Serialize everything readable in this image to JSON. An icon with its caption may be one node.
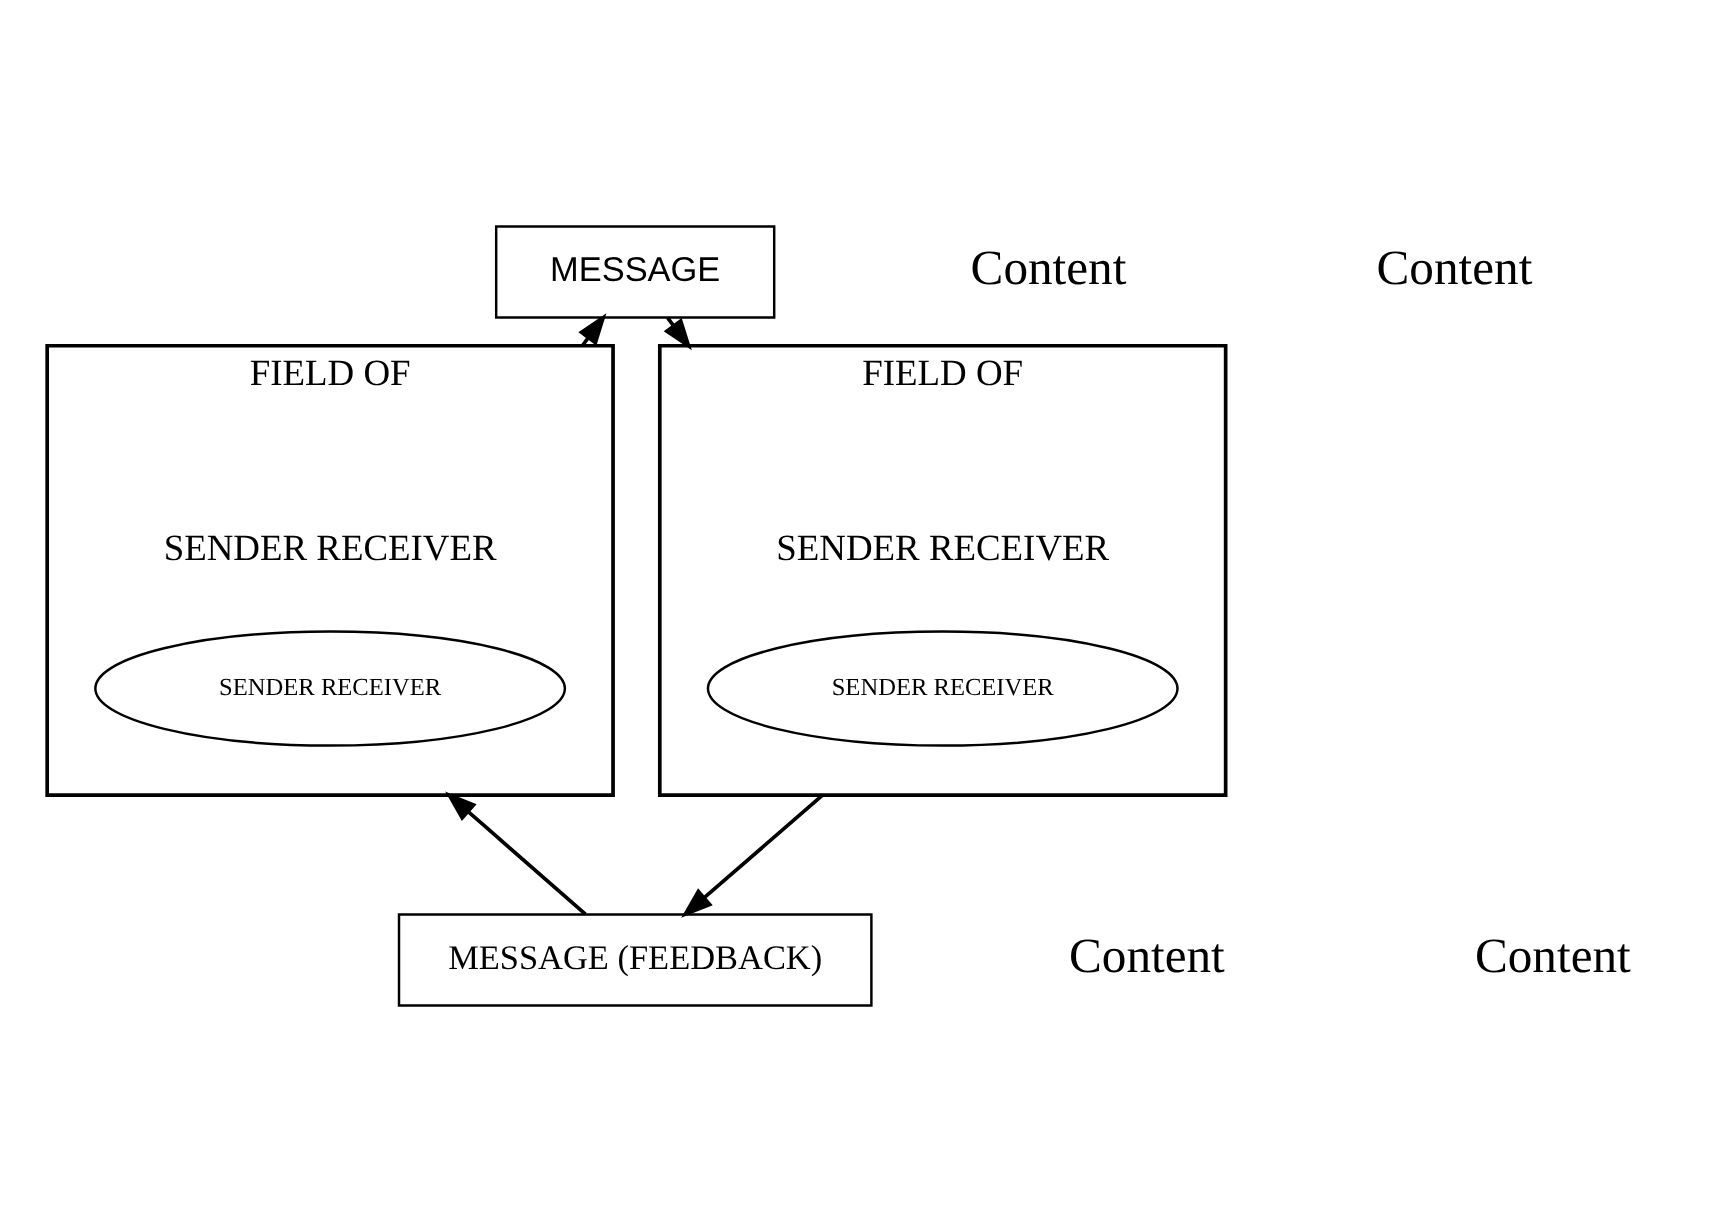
{
  "diagram": {
    "nodes": [
      {
        "text": [
          "MESSAGE"
        ]
      },
      {
        "text": [
          "FIELD OF",
          "SENDER RECEIVER"
        ]
      },
      {
        "text": [
          "SENDER RECEIVER"
        ],
        "in": 1
      },
      {
        "text": [
          "FIELD OF",
          "SENDER RECEIVER"
        ]
      },
      {
        "text": [
          "SENDER RECEIVER"
        ],
        "in": 3
      },
      {
        "text": [
          "MESSAGE (FEEDBACK)"
        ]
      }
    ],
    "edges": [
      {
        "from": 1,
        "to": 0,
        "arrow": "to"
      },
      {
        "from": 0,
        "to": 3,
        "arrow": "to"
      },
      {
        "from": 3,
        "to": 5,
        "arrow": "to"
      },
      {
        "from": 5,
        "to": 1,
        "arrow": "to"
      }
    ],
    "labels": [
      "Content",
      "Content",
      "Content",
      "Content"
    ]
  }
}
